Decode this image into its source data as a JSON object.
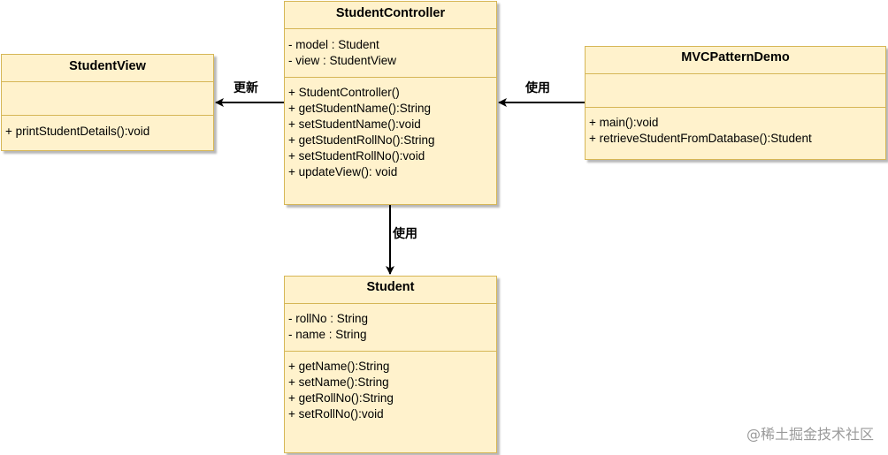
{
  "classes": {
    "controller": {
      "name": "StudentController",
      "attributes": [
        "- model : Student",
        "- view : StudentView"
      ],
      "methods": [
        "+ StudentController()",
        "+ getStudentName():String",
        "+ setStudentName():void",
        "+ getStudentRollNo():String",
        "+ setStudentRollNo():void",
        "+ updateView(): void"
      ]
    },
    "view": {
      "name": "StudentView",
      "attributes": [],
      "methods": [
        "+ printStudentDetails():void"
      ]
    },
    "demo": {
      "name": "MVCPatternDemo",
      "attributes": [],
      "methods": [
        "+ main():void",
        "+ retrieveStudentFromDatabase():Student"
      ]
    },
    "student": {
      "name": "Student",
      "attributes": [
        "- rollNo : String",
        "- name : String"
      ],
      "methods": [
        "+ getName():String",
        "+ setName():String",
        "+ getRollNo():String",
        "+ setRollNo():void"
      ]
    }
  },
  "edges": {
    "controller_to_view": "更新",
    "demo_to_controller": "使用",
    "controller_to_student": "使用"
  },
  "watermark": "@稀土掘金技术社区",
  "colors": {
    "fill": "#fff2cc",
    "stroke": "#d6b656",
    "arrow": "#000000"
  }
}
